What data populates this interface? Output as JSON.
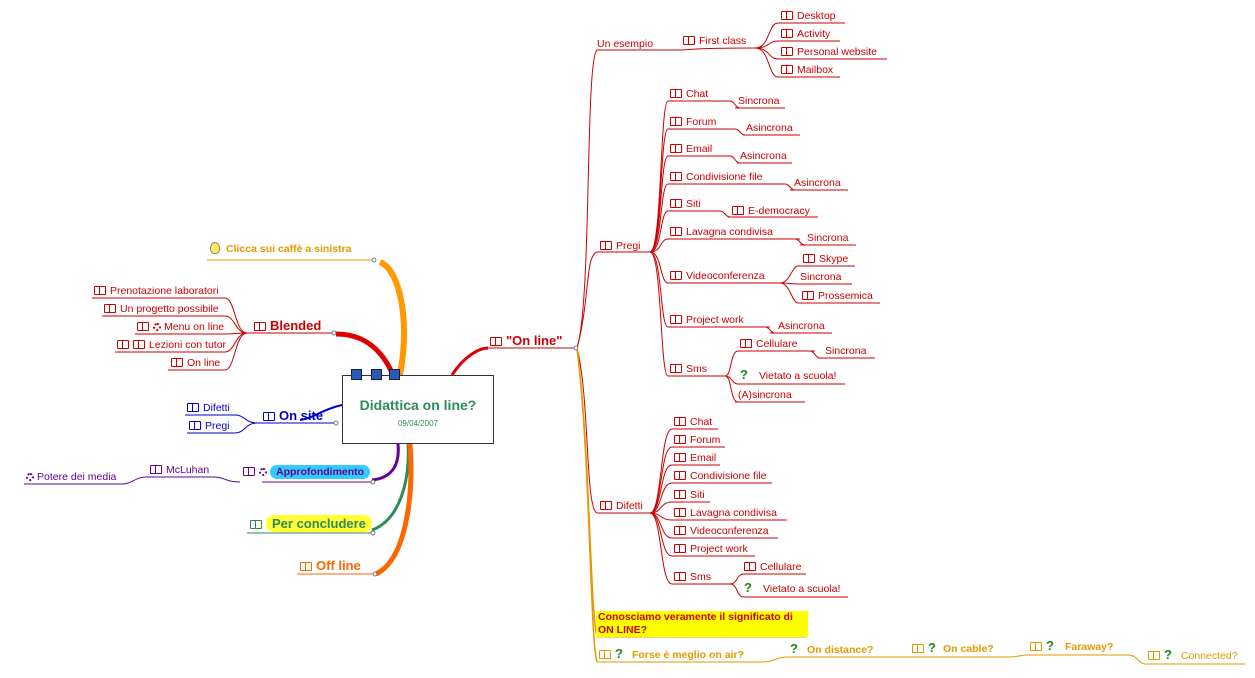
{
  "center": {
    "title": "Didattica on line?",
    "date": "09/04/2007"
  },
  "left": {
    "tip": "Clicca sui caffè a sinistra",
    "blended": {
      "label": "Blended",
      "items": [
        "Prenotazione laboratori",
        "Un progetto possibile",
        "Menu on line",
        "Lezioni con tutor",
        "On line"
      ]
    },
    "onsite": {
      "label": "On site",
      "items": [
        "Difetti",
        "Pregi"
      ]
    },
    "approf": {
      "label": "Approfondimento",
      "child": "McLuhan",
      "grandchild": "Potere dei media"
    },
    "concludere": {
      "label": "Per concludere"
    },
    "offline": {
      "label": "Off line"
    }
  },
  "online": {
    "label": "\"On line\"",
    "esempio": {
      "label": "Un esempio",
      "firstclass": "First class",
      "items": [
        "Desktop",
        "Activity",
        "Personal website",
        "Mailbox"
      ]
    },
    "pregi": {
      "label": "Pregi",
      "chat": "Chat",
      "chat_v": "Sincrona",
      "forum": "Forum",
      "forum_v": "Asincrona",
      "email": "Email",
      "email_v": "Asincrona",
      "condiv": "Condivisione file",
      "condiv_v": "Asincrona",
      "siti": "Siti",
      "siti_v": "E-democracy",
      "lavagna": "Lavagna condivisa",
      "lavagna_v": "Sincrona",
      "video": "Videoconferenza",
      "video_a": "Skype",
      "video_b": "Sincrona",
      "video_c": "Prossemica",
      "project": "Project work",
      "project_v": "Asincrona",
      "sms": "Sms",
      "sms_a": "Cellulare",
      "sms_a2": "Sincrona",
      "sms_b": "Vietato a scuola!",
      "sms_c": "(A)sincrona"
    },
    "difetti": {
      "label": "Difetti",
      "items": [
        "Chat",
        "Forum",
        "Email",
        "Condivisione file",
        "Siti",
        "Lavagna condivisa",
        "Videoconferenza",
        "Project work"
      ],
      "sms": "Sms",
      "sms_a": "Cellulare",
      "sms_b": "Vietato a scuola!"
    },
    "note": "Conosciamo veramente il significato di ON LINE?",
    "chain": [
      "Forse è meglio on air?",
      "On distance?",
      "On cable?",
      "Faraway?",
      "Connected?"
    ]
  },
  "icons": {
    "topic": "book-icon",
    "question": "question-icon",
    "tip": "lightbulb-icon",
    "link": "gear-icon"
  },
  "colors": {
    "online": "#cc0000",
    "onsite": "#0000cc",
    "approf": "#660099",
    "concludere": "#2e8b57",
    "offline": "#ff6600",
    "note_bg": "#ffff00",
    "approf_bg": "#33ccff"
  }
}
